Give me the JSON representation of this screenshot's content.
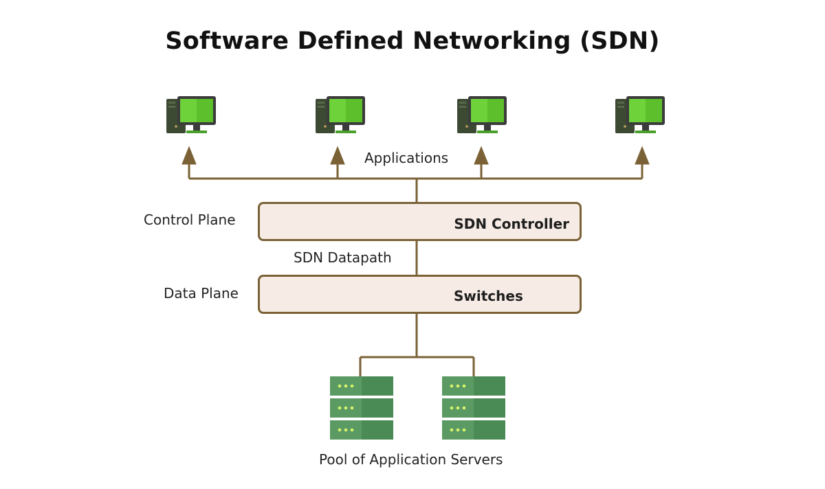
{
  "title": "Software Defined Networking (SDN)",
  "labels": {
    "applications": "Applications",
    "control_plane": "Control Plane",
    "sdn_datapath": "SDN Datapath",
    "data_plane": "Data Plane",
    "server_pool": "Pool of Application Servers"
  },
  "boxes": {
    "controller": "SDN Controller",
    "switches": "Switches"
  },
  "icons": {
    "computer": "desktop-computer-icon",
    "server": "server-rack-icon"
  },
  "colors": {
    "line": "#7a6136",
    "box_fill": "#f6ebe5",
    "screen_green": "#6ed23a",
    "server_green": "#4a8a54"
  }
}
